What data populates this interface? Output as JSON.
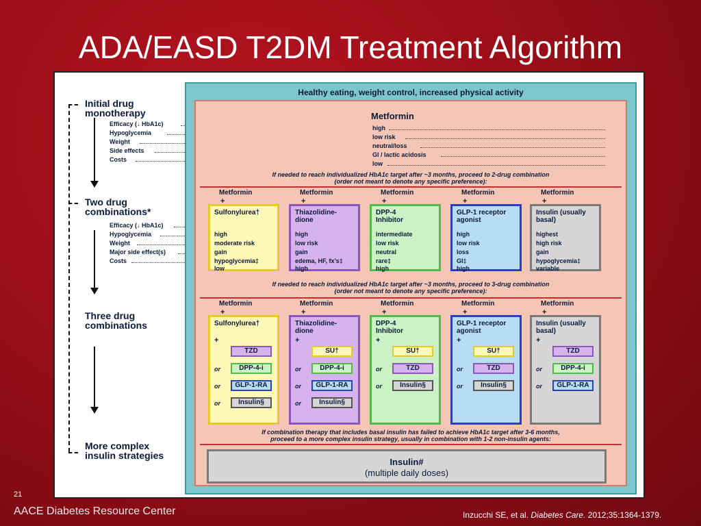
{
  "slide": {
    "title": "ADA/EASD T2DM Treatment Algorithm",
    "slide_number": "21",
    "footer": "AACE Diabetes Resource Center",
    "citation": {
      "authors": "Inzucchi SE, et al. ",
      "journal": "Diabetes Care.",
      "details": " 2012;35:1364-1379."
    }
  },
  "sidebar": {
    "initial": {
      "heading_line1": "Initial drug",
      "heading_line2": "monotherapy",
      "labels": [
        "Efficacy (↓ HbA1c)",
        "Hypoglycemia",
        "Weight",
        "Side effects",
        "Costs"
      ]
    },
    "two_drug": {
      "heading_line1": "Two drug",
      "heading_line2": "combinations*",
      "labels": [
        "Efficacy (↓ HbA1c)",
        "Hypoglycemia",
        "Weight",
        "Major side effect(s)",
        "Costs"
      ]
    },
    "three_drug": {
      "heading_line1": "Three drug",
      "heading_line2": "combinations"
    },
    "complex": {
      "heading_line1": "More complex",
      "heading_line2": "insulin strategies"
    }
  },
  "lifestyle": "Healthy eating, weight control, increased physical activity",
  "metformin": {
    "title": "Metformin",
    "values": [
      "high",
      "low risk",
      "neutral/loss",
      "GI / lactic acidosis",
      "low"
    ]
  },
  "notes": {
    "to_two_line1": "If needed to reach individualized HbA1c target after ~3 months, proceed to 2-drug combination",
    "to_two_line2": "(order not meant to denote any specific preference):",
    "to_three_line1": "If needed to reach individualized HbA1c target after ~3 months, proceed to 3-drug combination",
    "to_three_line2": "(order not meant to denote any specific preference):",
    "to_complex_line1": "If combination therapy that includes basal insulin has failed to achieve HbA1c target after 3-6 months,",
    "to_complex_line2": "proceed to a more complex insulin strategy, usually in combination with 1-2 non-insulin agents:"
  },
  "combo_header": {
    "drug": "Metformin",
    "plus": "+"
  },
  "colors": {
    "su": {
      "fill": "#fff9b8",
      "border": "#e3cc2a"
    },
    "tzd": {
      "fill": "#d6b3ec",
      "border": "#8a56b8"
    },
    "dpp4": {
      "fill": "#caf2c4",
      "border": "#55b84a"
    },
    "glp1": {
      "fill": "#b7dcf3",
      "border": "#2b3fb8"
    },
    "insulin": {
      "fill": "#d6d6d6",
      "border": "#7a7a7a"
    }
  },
  "two_drug_cards": [
    {
      "title_line1": "Sulfonylurea†",
      "title_line2": "",
      "values": [
        "high",
        "moderate risk",
        "gain",
        "hypoglycemia‡",
        "low"
      ]
    },
    {
      "title_line1": "Thiazolidine-",
      "title_line2": "dione",
      "values": [
        "high",
        "low risk",
        "gain",
        "edema, HF, fx’s‡",
        "high"
      ]
    },
    {
      "title_line1": "DPP-4",
      "title_line2": "Inhibitor",
      "values": [
        "intermediate",
        "low risk",
        "neutral",
        "rare‡",
        "high"
      ]
    },
    {
      "title_line1": "GLP-1 receptor",
      "title_line2": "agonist",
      "values": [
        "high",
        "low risk",
        "loss",
        "GI‡",
        "high"
      ]
    },
    {
      "title_line1": "Insulin (usually",
      "title_line2": "basal)",
      "values": [
        "highest",
        "high risk",
        "gain",
        "hypoglycemia‡",
        "variable"
      ]
    }
  ],
  "three_drug_cards": [
    {
      "title_line1": "Sulfonylurea†",
      "title_line2": "",
      "plus": "+",
      "options": [
        {
          "or": "",
          "label": "TZD"
        },
        {
          "or": "or",
          "label": "DPP-4-i"
        },
        {
          "or": "or",
          "label": "GLP-1-RA"
        },
        {
          "or": "or",
          "label": "Insulin§"
        }
      ]
    },
    {
      "title_line1": "Thiazolidine-",
      "title_line2": "dione",
      "plus": "+",
      "options": [
        {
          "or": "",
          "label": "SU†"
        },
        {
          "or": "or",
          "label": "DPP-4-i"
        },
        {
          "or": "or",
          "label": "GLP-1-RA"
        },
        {
          "or": "or",
          "label": "Insulin§"
        }
      ]
    },
    {
      "title_line1": "DPP-4",
      "title_line2": "Inhibitor",
      "plus": "+",
      "options": [
        {
          "or": "",
          "label": "SU†"
        },
        {
          "or": "or",
          "label": "TZD"
        },
        {
          "or": "or",
          "label": "Insulin§"
        }
      ]
    },
    {
      "title_line1": "GLP-1 receptor",
      "title_line2": "agonist",
      "plus": "+",
      "options": [
        {
          "or": "",
          "label": "SU†"
        },
        {
          "or": "or",
          "label": "TZD"
        },
        {
          "or": "or",
          "label": "Insulin§"
        }
      ]
    },
    {
      "title_line1": "Insulin (usually",
      "title_line2": "basal)",
      "plus": "+",
      "options": [
        {
          "or": "",
          "label": "TZD"
        },
        {
          "or": "or",
          "label": "DPP-4-i"
        },
        {
          "or": "or",
          "label": "GLP-1-RA"
        }
      ]
    }
  ],
  "complex_insulin": {
    "line1": "Insulin#",
    "line2": "(multiple daily doses)"
  }
}
